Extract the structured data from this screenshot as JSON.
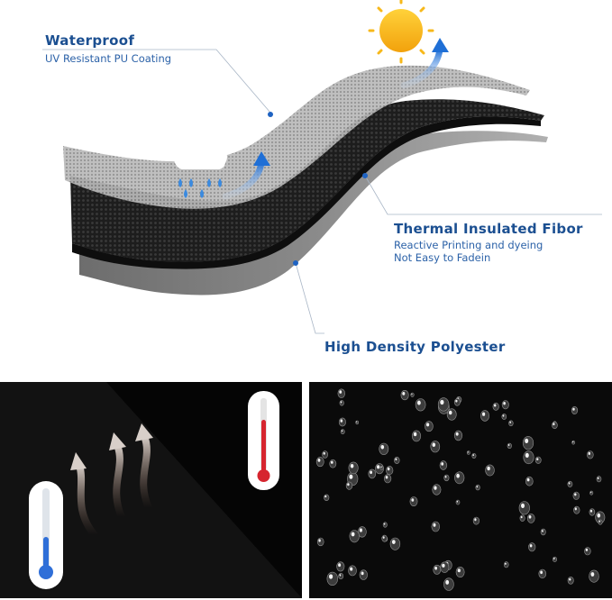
{
  "features": {
    "waterproof": {
      "title": "Waterproof",
      "subtitle": "UV Resistant PU Coating"
    },
    "thermal": {
      "title": "Thermal Insulated Fibor",
      "line1": "Reactive Printing and dyeing",
      "line2": "Not Easy to Fadein"
    },
    "polyester": {
      "title": "High Density Polyester"
    }
  },
  "colors": {
    "label_title": "#1b4f91",
    "label_text": "#2c62a8",
    "sun": "#f7b81a",
    "rain": "#3a8ae0",
    "cold": "#2f6fd8",
    "hot": "#d6252f",
    "fabric_dark": "#161616"
  },
  "icons": [
    "sun-icon",
    "cloud-rain-icon",
    "arrow-icon",
    "thermometer-cold-icon",
    "thermometer-hot-icon",
    "heat-arrows-icon"
  ]
}
